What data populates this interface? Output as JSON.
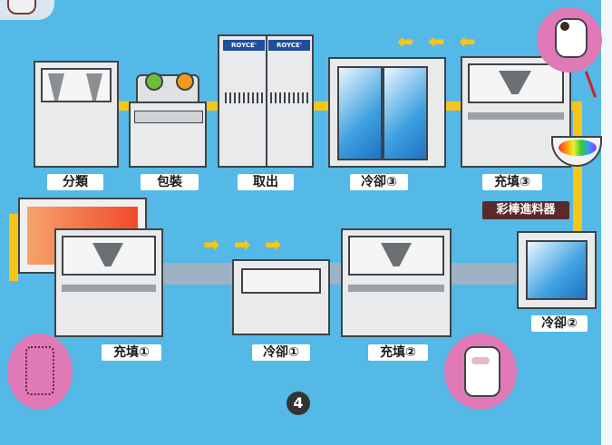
{
  "labels": {
    "sorting": "分類",
    "packaging": "包裝",
    "takeout": "取出",
    "cooling3": "冷卻③",
    "filling3": "充填③",
    "colorfeeder": "彩棒進料器",
    "cooling2": "冷卻②",
    "filling2": "充填②",
    "cooling1": "冷卻①",
    "filling1": "充填①"
  },
  "brand": "ROYCE'",
  "page_number": "4",
  "colors": {
    "background": "#54b9e6",
    "pipe": "#f5c518",
    "conveyor": "#9fb1c4",
    "machine": "#e8eaec",
    "outline": "#3f4347",
    "badge": "#e07ab6"
  }
}
